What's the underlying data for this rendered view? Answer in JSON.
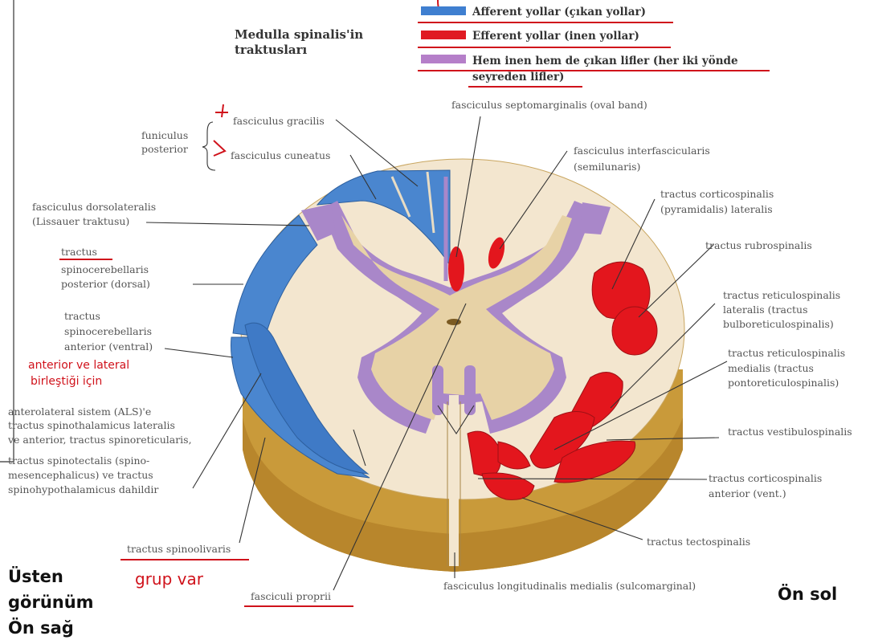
{
  "legend": {
    "title_line1": "Medulla spinalis'in",
    "title_line2": "traktusları",
    "items": [
      {
        "label": "Afferent yollar (çıkan yollar)",
        "color": "#3f7fd0"
      },
      {
        "label": "Efferent yollar (inen yollar)",
        "color": "#e01a22"
      },
      {
        "label_line1": "Hem inen hem de çıkan lifler (her iki yönde",
        "label_line2": "seyreden lifler)",
        "color": "#b57fc9"
      }
    ]
  },
  "colors": {
    "afferent": "#4a86cf",
    "efferent": "#e3161d",
    "mixed": "#a987c9",
    "white_matter": "#f3e6cf",
    "gray_matter": "#e7d2a6",
    "rim": "#c99a3a",
    "annotation": "#d0121b"
  },
  "labels": {
    "funiculus_line1": "funiculus",
    "funiculus_line2": "posterior",
    "gracilis": "fasciculus gracilis",
    "cuneatus": "fasciculus cuneatus",
    "dorsolateralis_line1": "fasciculus dorsolateralis",
    "dorsolateralis_line2": "(Lissauer traktusu)",
    "scp_line1": "tractus",
    "scp_line2": "spinocerebellaris",
    "scp_line3": "posterior (dorsal)",
    "sca_line1": "tractus",
    "sca_line2": "spinocerebellaris",
    "sca_line3": "anterior (ventral)",
    "als_line1": "anterolateral sistem (ALS)'e",
    "als_line2": "tractus spinothalamicus lateralis",
    "als_line3": "ve anterior, tractus spinoreticularis,",
    "als_line4": "tractus spinotectalis (spino-",
    "als_line5": "mesencephalicus) ve tractus",
    "als_line6": "spinohypothalamicus dahildir",
    "spinoolivaris": "tractus spinoolivaris",
    "proprii": "fasciculi proprii",
    "septomarginalis": "fasciculus septomarginalis (oval band)",
    "interfasc_line1": "fasciculus interfascicularis",
    "interfasc_line2": "(semilunaris)",
    "cst_lat_line1": "tractus corticospinalis",
    "cst_lat_line2": "(pyramidalis) lateralis",
    "rubro": "tractus rubrospinalis",
    "retic_lat_line1": "tractus reticulospinalis",
    "retic_lat_line2": "lateralis (tractus",
    "retic_lat_line3": "bulboreticulospinalis)",
    "retic_med_line1": "tractus reticulospinalis",
    "retic_med_line2": "medialis (tractus",
    "retic_med_line3": "pontoreticulospinalis)",
    "vestibulo": "tractus vestibulospinalis",
    "cst_ant_line1": "tractus corticospinalis",
    "cst_ant_line2": "anterior (vent.)",
    "tecto": "tractus tectospinalis",
    "flm": "fasciculus longitudinalis medialis (sulcomarginal)"
  },
  "handwritten": {
    "note1_line1": "anterior ve lateral",
    "note1_line2": "birleştiği için",
    "grup": "grup var",
    "view_left_line1": "Üsten",
    "view_left_line2": "görünüm",
    "view_left_line3": "Ön sağ",
    "view_right": "Ön sol"
  }
}
